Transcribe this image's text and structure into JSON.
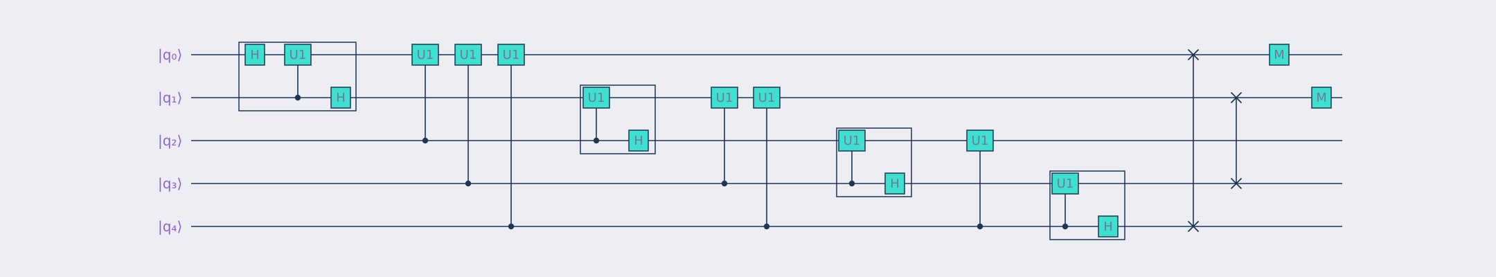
{
  "qubits": [
    {
      "label": "|q₀⟩"
    },
    {
      "label": "|q₁⟩"
    },
    {
      "label": "|q₂⟩"
    },
    {
      "label": "|q₃⟩"
    },
    {
      "label": "|q₄⟩"
    }
  ],
  "gate_labels": {
    "hadamard": "H",
    "phase": "U1",
    "measure": "M"
  },
  "colors": {
    "background": "#eceef4",
    "wire": "#1d3557",
    "gate_fill": "#40e0d0",
    "gate_text": "#6f7a96",
    "qubit_label": "#8d5fd3"
  },
  "operations": [
    {
      "kind": "group",
      "qubits": [
        0,
        1
      ]
    },
    {
      "kind": "gate",
      "label": "H",
      "qubit": 0
    },
    {
      "kind": "gate",
      "label": "U1",
      "qubit": 0,
      "control": 1
    },
    {
      "kind": "gate",
      "label": "H",
      "qubit": 1
    },
    {
      "kind": "gate",
      "label": "U1",
      "qubit": 0,
      "control": 2
    },
    {
      "kind": "gate",
      "label": "U1",
      "qubit": 0,
      "control": 3
    },
    {
      "kind": "gate",
      "label": "U1",
      "qubit": 0,
      "control": 4
    },
    {
      "kind": "group",
      "qubits": [
        1,
        2
      ]
    },
    {
      "kind": "gate",
      "label": "U1",
      "qubit": 1,
      "control": 2
    },
    {
      "kind": "gate",
      "label": "H",
      "qubit": 2
    },
    {
      "kind": "gate",
      "label": "U1",
      "qubit": 1,
      "control": 3
    },
    {
      "kind": "gate",
      "label": "U1",
      "qubit": 1,
      "control": 4
    },
    {
      "kind": "group",
      "qubits": [
        2,
        3
      ]
    },
    {
      "kind": "gate",
      "label": "U1",
      "qubit": 2,
      "control": 3
    },
    {
      "kind": "gate",
      "label": "H",
      "qubit": 3
    },
    {
      "kind": "gate",
      "label": "U1",
      "qubit": 2,
      "control": 4
    },
    {
      "kind": "group",
      "qubits": [
        3,
        4
      ]
    },
    {
      "kind": "gate",
      "label": "U1",
      "qubit": 3,
      "control": 4
    },
    {
      "kind": "gate",
      "label": "H",
      "qubit": 4
    },
    {
      "kind": "swap",
      "qubits": [
        0,
        4
      ]
    },
    {
      "kind": "swap",
      "qubits": [
        1,
        3
      ]
    },
    {
      "kind": "measure",
      "label": "M",
      "qubit": 0
    },
    {
      "kind": "measure",
      "label": "M",
      "qubit": 1
    }
  ]
}
